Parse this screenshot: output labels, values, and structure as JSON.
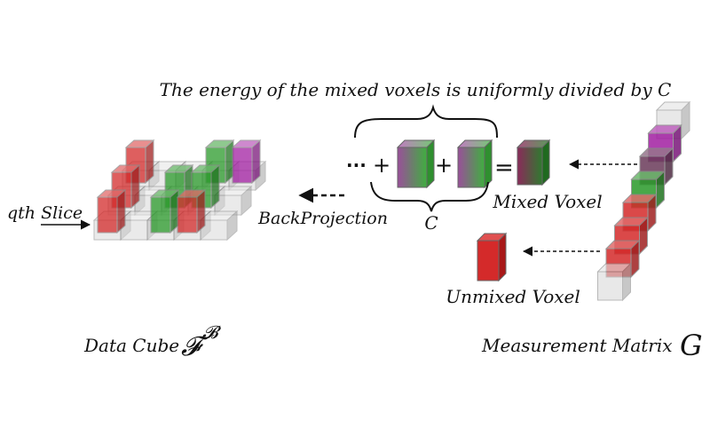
{
  "caption_top": "The energy of the mixed voxels is uniformly divided by C",
  "ellipsis": "···",
  "plus": "+",
  "equals": "=",
  "brace_label": "C",
  "mixed_voxel_label": "Mixed Voxel",
  "unmixed_voxel_label": "Unmixed Voxel",
  "backprojection_label": "BackProjection",
  "slice_label": "qth Slice",
  "data_cube": {
    "label": "Data Cube",
    "symbol": "𝓕",
    "superscript": "𝓑"
  },
  "measurement_matrix": {
    "label": "Measurement Matrix",
    "symbol": "G"
  },
  "colors": {
    "red": "#d42a2a",
    "green": "#2a9a2a",
    "purple": "#a21fa2",
    "grid": "#8a8a8a",
    "grid_fill": "#d9d9d9",
    "arrow": "#111111"
  }
}
